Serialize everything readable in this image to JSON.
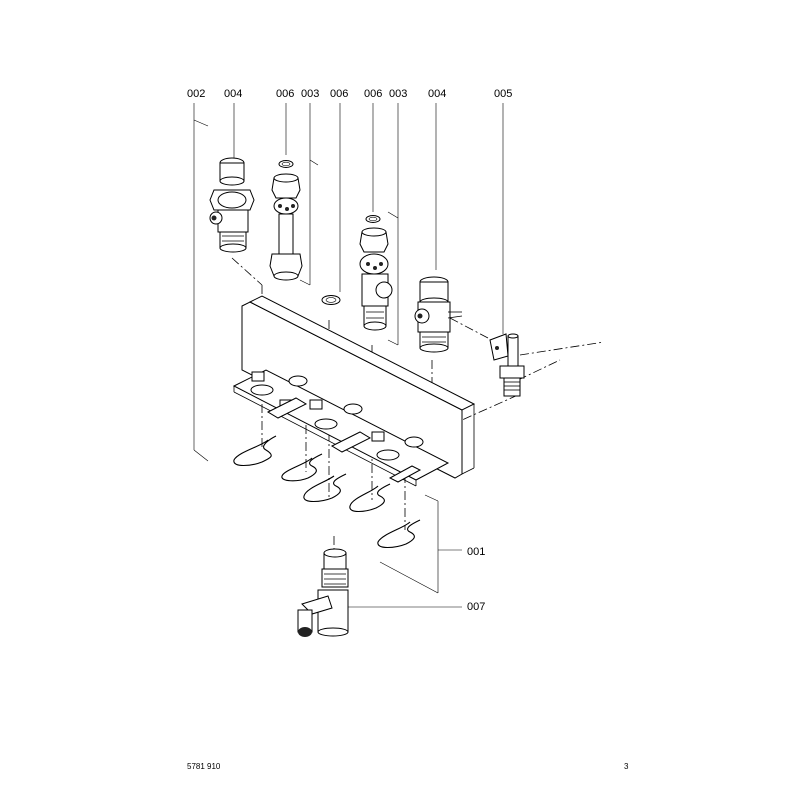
{
  "labels": {
    "p002": "002",
    "p004a": "004",
    "p006a": "006",
    "p003a": "003",
    "p006b": "006",
    "p006c": "006",
    "p003b": "003",
    "p004b": "004",
    "p005": "005",
    "p001": "001",
    "p007": "007"
  },
  "footer": {
    "doc_number": "5781 910",
    "page_number": "3"
  }
}
